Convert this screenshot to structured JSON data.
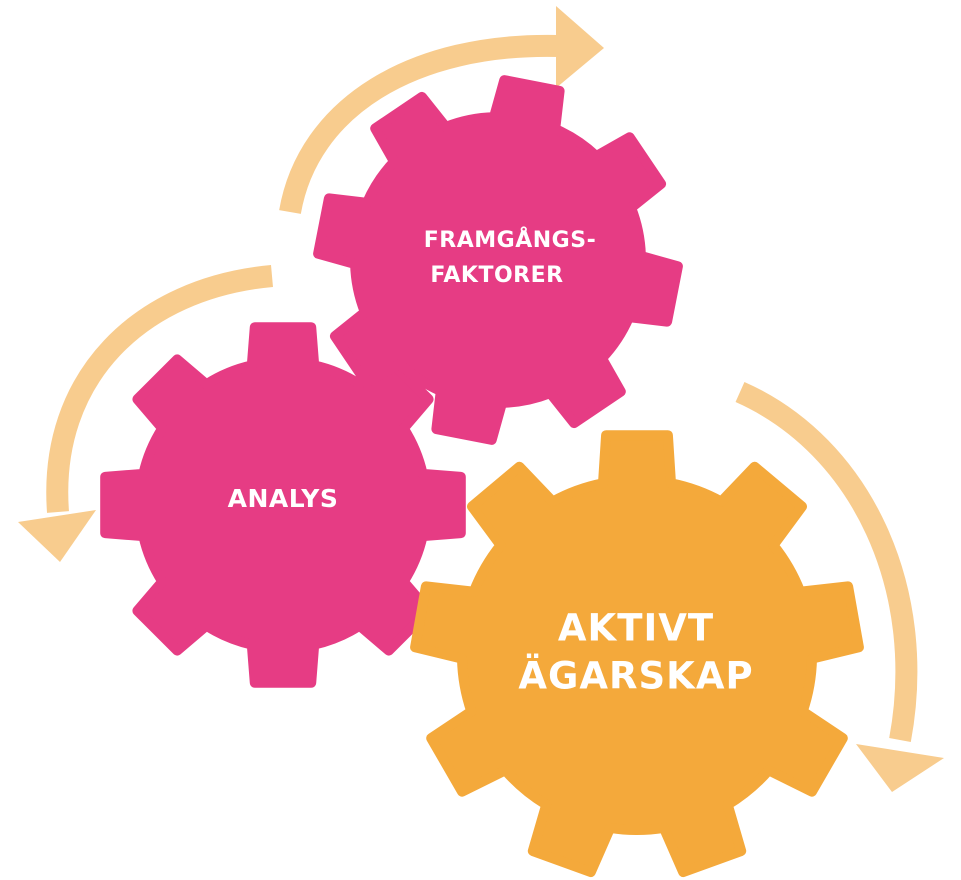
{
  "colors": {
    "pink": "#E63C84",
    "orange": "#F4A93B",
    "arrow": "#F8CC8E",
    "text": "#FFFFFF"
  },
  "gears": {
    "framgang": {
      "line1": "FRAMGÅNGS-",
      "line2": "FAKTORER"
    },
    "analys": {
      "line1": "ANALYS"
    },
    "aktivt": {
      "line1": "AKTIVT",
      "line2": "ÄGARSKAP"
    }
  },
  "arrows": [
    {
      "name": "arrow-top",
      "direction": "clockwise",
      "icon": "curved-arrow-icon"
    },
    {
      "name": "arrow-left",
      "direction": "counter-clockwise",
      "icon": "curved-arrow-icon"
    },
    {
      "name": "arrow-right",
      "direction": "clockwise",
      "icon": "curved-arrow-icon"
    }
  ]
}
